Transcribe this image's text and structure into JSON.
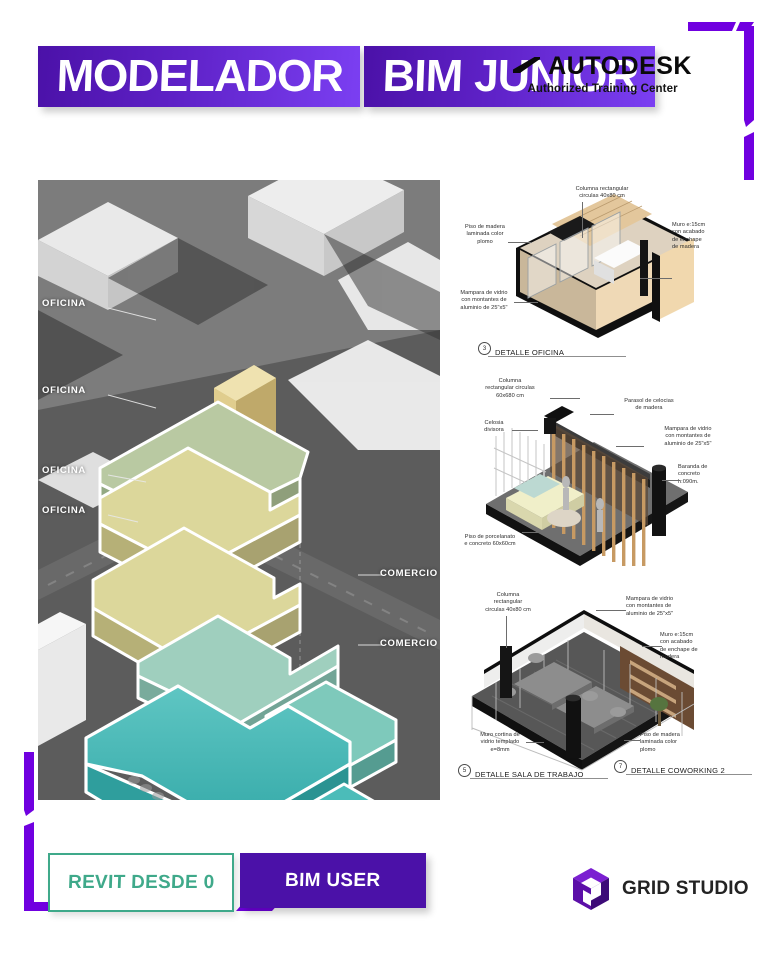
{
  "header": {
    "title_line1": "MODELADOR",
    "title_line2": "BIM JUNIOR",
    "autodesk_name": "AUTODESK",
    "autodesk_subtitle": "Authorized Training Center",
    "autodesk_logo_icon": "autodesk-arrow-icon",
    "corner_bracket_color": "#7000e0",
    "banner_color_dark": "#4b11a8",
    "banner_color_light": "#7b3ff2"
  },
  "main_render": {
    "caption_icon": "exploded-axonometric-icon",
    "floor_labels": [
      {
        "text": "OFICINA",
        "side": "left"
      },
      {
        "text": "OFICINA",
        "side": "left"
      },
      {
        "text": "OFICINA",
        "side": "left"
      },
      {
        "text": "OFICINA",
        "side": "left"
      },
      {
        "text": "COMERCIO",
        "side": "right"
      },
      {
        "text": "COMERCIO",
        "side": "right"
      }
    ],
    "slab_colors": [
      "#e0cd8e",
      "#b9c9a2",
      "#d9d498",
      "#dcd79b",
      "#9fcfbe",
      "#7ec9bb",
      "#4bbcb9",
      "#3eb3b2"
    ],
    "context_color": "#6e6e6e"
  },
  "detail_panels": [
    {
      "id": "detalle-oficina",
      "number": "3",
      "caption": "DETALLE OFICINA",
      "annotations": [
        {
          "text": "Columna rectangular\ncirculas 40x80 cm",
          "align": "center"
        },
        {
          "text": "Muro e:15cm\ncon acabado\nde enchape\nde madera",
          "align": "left"
        },
        {
          "text": "Piso de madera\nlaminada color\nplomo",
          "align": "center"
        },
        {
          "text": "Mampara de vidrio\ncon montantes de\naluminio de 25\"x5\"",
          "align": "center"
        }
      ]
    },
    {
      "id": "detalle-coworking",
      "number": "",
      "caption": "",
      "annotations": [
        {
          "text": "Columna\nrectangular circulas\n60x680 cm",
          "align": "center"
        },
        {
          "text": "Parasol de celocias\nde madera",
          "align": "center"
        },
        {
          "text": "Celosia\ndivisora",
          "align": "center"
        },
        {
          "text": "Mampara de vidrio\ncon montantes de\naluminio de 25\"x5\"",
          "align": "center"
        },
        {
          "text": "Baranda de\nconcreto\nh:090m.",
          "align": "left"
        },
        {
          "text": "Piso de porcelanato\ne concreto 60x60cm",
          "align": "center"
        }
      ]
    },
    {
      "id": "detalle-sala-trabajo",
      "number": "5",
      "caption": "DETALLE SALA DE TRABAJO",
      "number2": "7",
      "caption2": "DETALLE COWORKING 2",
      "annotations": [
        {
          "text": "Columna\nrectangular\ncirculas 40x80 cm",
          "align": "center"
        },
        {
          "text": "Mampara de vidrio\ncon montantes de\naluminio de 25\"x5\"",
          "align": "left"
        },
        {
          "text": "Muro e:15cm\ncon acabado\nde enchape de\nmadera",
          "align": "left"
        },
        {
          "text": "Muro cortina de\nvidrio templado\ne=8mm",
          "align": "center"
        },
        {
          "text": "Piso de madera\nlaminada color\nplomo",
          "align": "left"
        }
      ]
    }
  ],
  "footer": {
    "pill_revit": "REVIT DESDE 0",
    "pill_bim": "BIM USER",
    "revit_border_color": "#3fa98a",
    "revit_text_color": "#3fa98a",
    "bim_bg_color": "#4b11a8",
    "brand_name": "GRID STUDIO",
    "brand_logo_icon": "grid-studio-cube-icon"
  }
}
